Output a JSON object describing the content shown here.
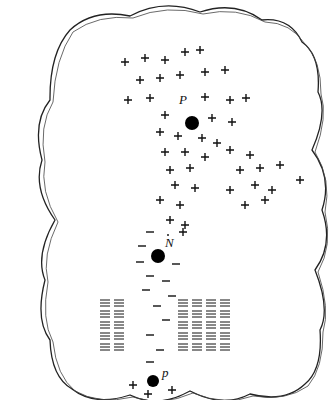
{
  "diagram": {
    "labels": [
      "P",
      "N",
      "p"
    ]
  }
}
